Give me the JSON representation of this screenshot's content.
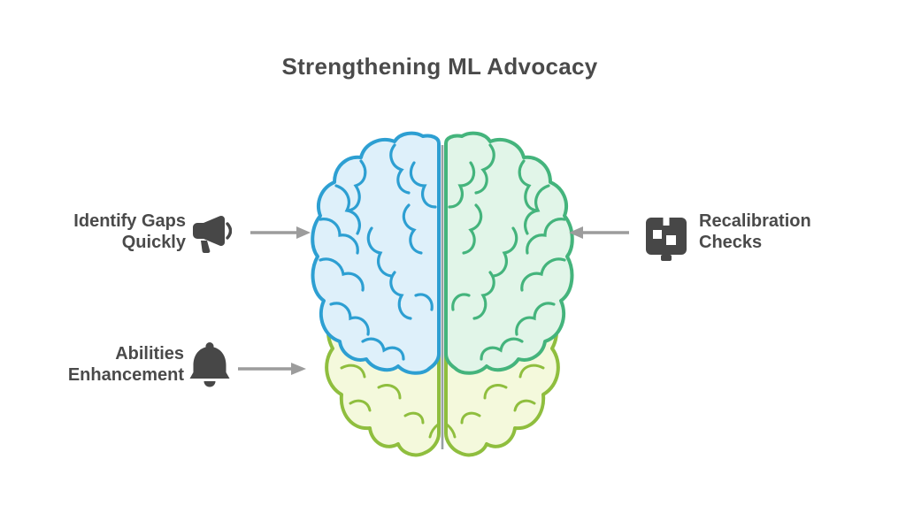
{
  "title": "Strengthening ML Advocacy",
  "labels": {
    "left": {
      "line1": "Identify Gaps",
      "line2": "Quickly",
      "icon": "megaphone-icon"
    },
    "right": {
      "line1": "Recalibration",
      "line2": "Checks",
      "icon": "grid-icon"
    },
    "bottom": {
      "line1": "Abilities",
      "line2": "Enhancement",
      "icon": "bell-icon"
    }
  },
  "brain": {
    "left_hemisphere_fill": "#DEF0FA",
    "left_hemisphere_stroke": "#2D9FD2",
    "right_hemisphere_fill": "#E1F5E8",
    "right_hemisphere_stroke": "#44B47C",
    "lower_lobes_fill": "#F4F9DC",
    "lower_lobes_stroke": "#8FBE3E",
    "midline_color": "#98A0A4"
  },
  "colors": {
    "text": "#4A4A4A",
    "icons": "#474747",
    "arrows": "#9C9C9C",
    "background": "#FFFFFF"
  }
}
